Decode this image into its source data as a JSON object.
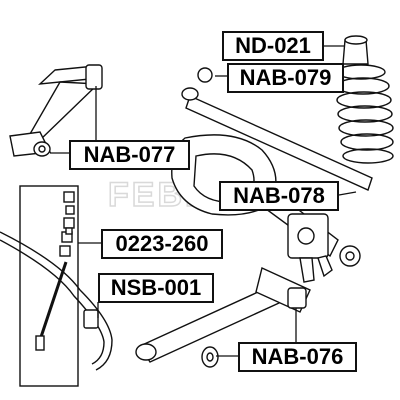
{
  "labels": {
    "nd_021": "ND-021",
    "nab_079": "NAB-079",
    "nab_077": "NAB-077",
    "nab_078": "NAB-078",
    "part_0223_260": "0223-260",
    "nsb_001": "NSB-001",
    "nab_076": "NAB-076"
  },
  "watermark": "FEBEST",
  "colors": {
    "line": "#111111",
    "label_border": "#111111",
    "label_background": "#ffffff",
    "watermark": "#d9d9d9"
  }
}
